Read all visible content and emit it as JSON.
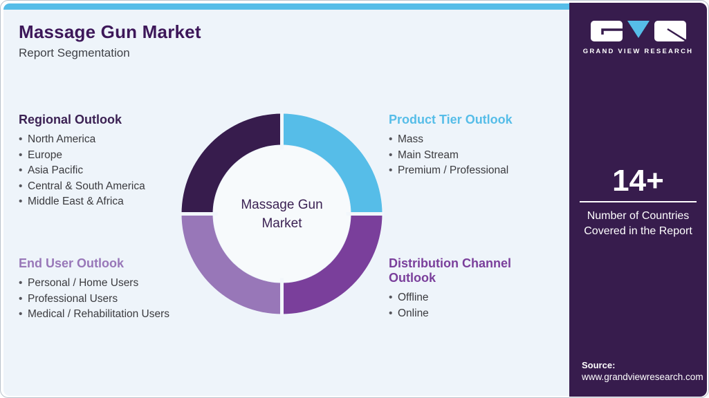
{
  "header": {
    "title": "Massage Gun Market",
    "subtitle": "Report Segmentation"
  },
  "sections": {
    "regional": {
      "title": "Regional Outlook",
      "color": "#3B2153",
      "items": [
        "North America",
        "Europe",
        "Asia Pacific",
        "Central & South America",
        "Middle East & Africa"
      ]
    },
    "product_tier": {
      "title": "Product Tier Outlook",
      "color": "#56BDE8",
      "items": [
        "Mass",
        "Main Stream",
        "Premium / Professional"
      ]
    },
    "end_user": {
      "title": "End User Outlook",
      "color": "#9877B8",
      "items": [
        "Personal / Home Users",
        "Professional Users",
        "Medical / Rehabilitation Users"
      ]
    },
    "distribution": {
      "title": "Distribution Channel Outlook",
      "color": "#7A3F9B",
      "items": [
        "Offline",
        "Online"
      ]
    }
  },
  "donut": {
    "center_line1": "Massage Gun",
    "center_line2": "Market",
    "hole_color": "#F7FAFC",
    "gap_color": "#F2F7FB",
    "segments": [
      {
        "name": "product-tier",
        "color": "#56BDE8"
      },
      {
        "name": "distribution-channel",
        "color": "#7A3F9B"
      },
      {
        "name": "end-user",
        "color": "#9877B8"
      },
      {
        "name": "regional",
        "color": "#371C4D"
      }
    ]
  },
  "sidebar": {
    "bg": "#371C4D",
    "brand_name": "GRAND VIEW RESEARCH",
    "stat_value": "14+",
    "stat_label": "Number of Countries Covered in the Report",
    "source_label": "Source:",
    "source_url": "www.grandviewresearch.com"
  },
  "accents": {
    "topbar": "#56BDE8",
    "logo_v": "#56BDE8"
  }
}
